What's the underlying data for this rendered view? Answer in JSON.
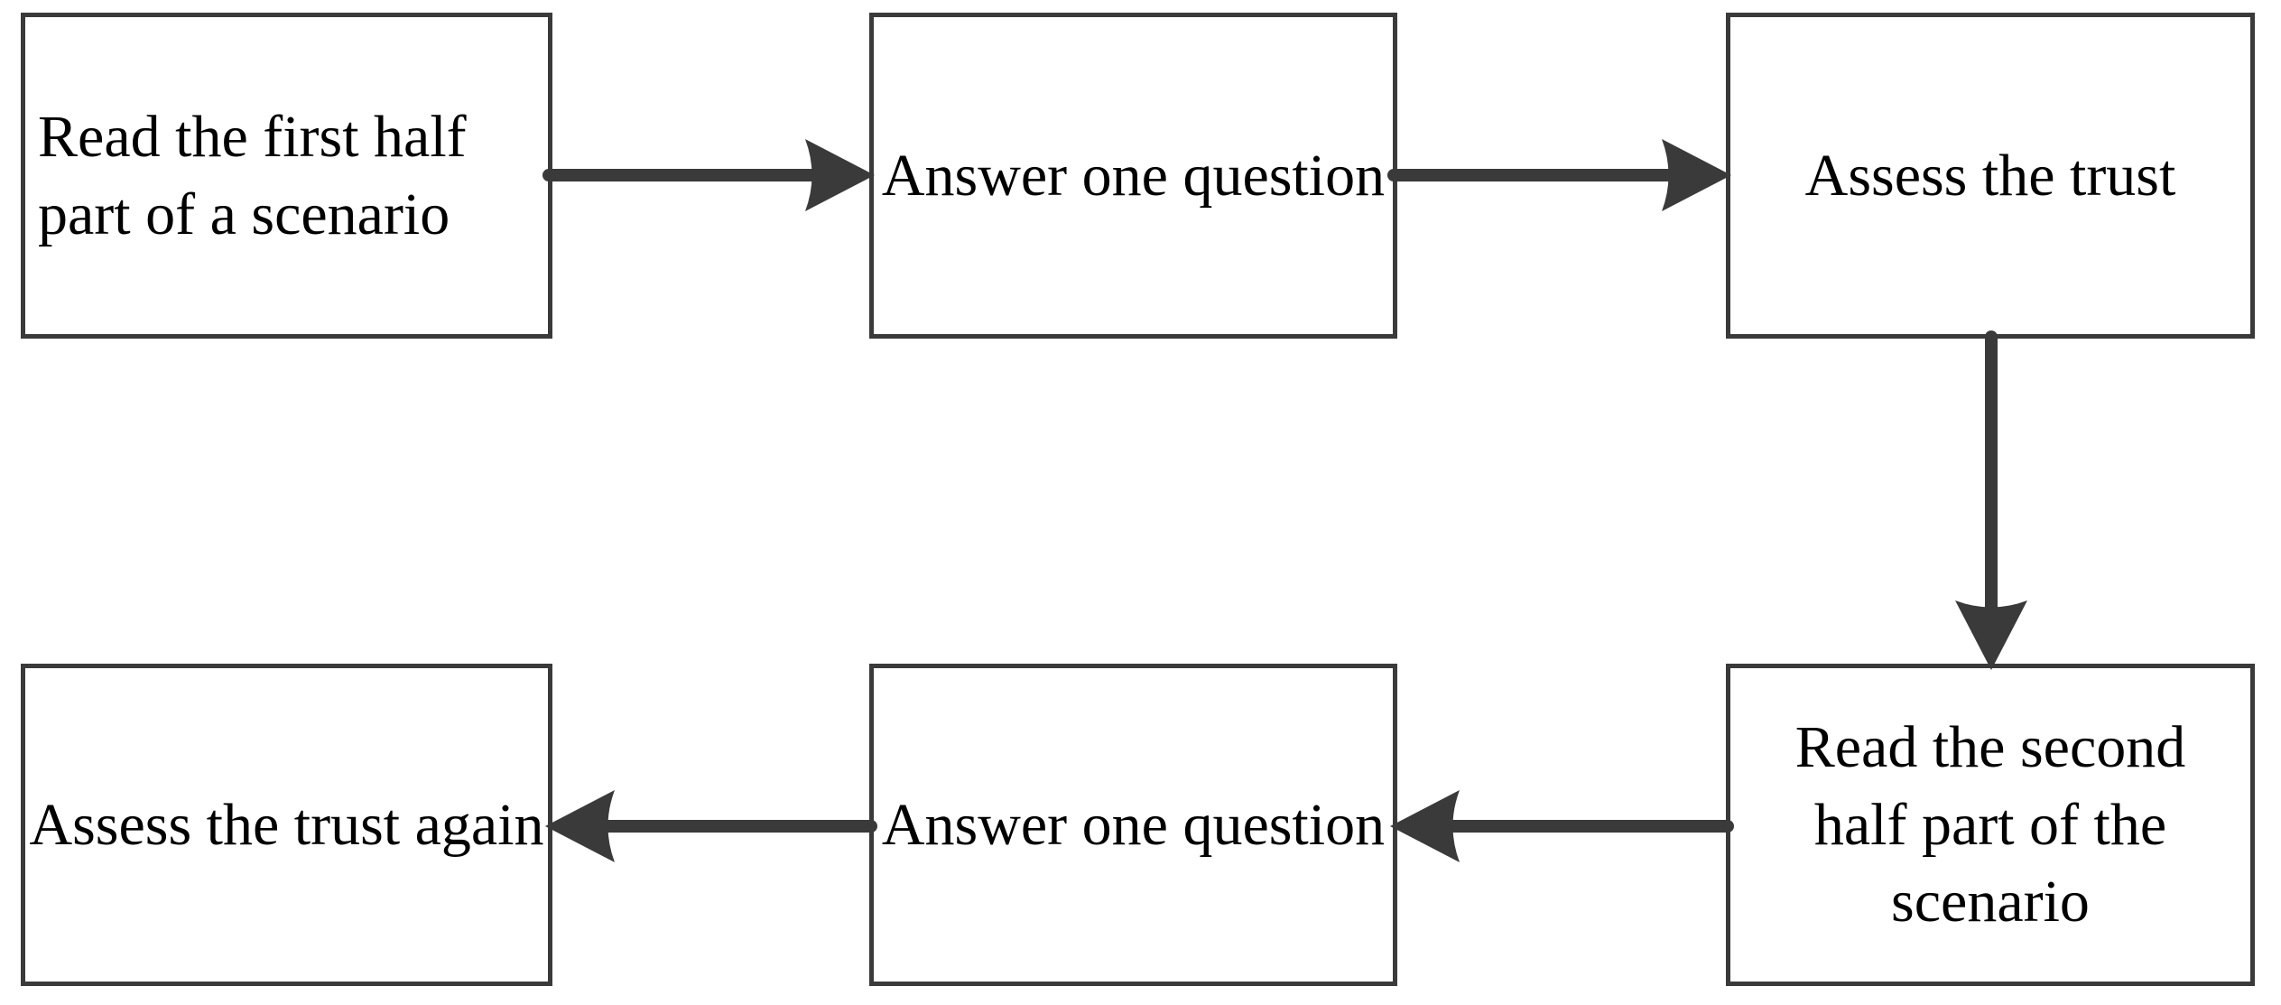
{
  "diagram": {
    "title": "Experimental procedure flowchart",
    "background_color": "#ffffff",
    "line_color": "#3a3a3a",
    "text_color": "#000000",
    "nodes": [
      {
        "id": "read-first",
        "label": "Read the first half part of a scenario",
        "align": "left",
        "row": "top",
        "order": 1
      },
      {
        "id": "answer-1",
        "label": "Answer one question",
        "align": "center",
        "row": "top",
        "order": 2
      },
      {
        "id": "assess-1",
        "label": "Assess the trust",
        "align": "center",
        "row": "top",
        "order": 3
      },
      {
        "id": "read-second",
        "label": "Read the second half part of the scenario",
        "align": "center",
        "row": "bottom",
        "order": 4
      },
      {
        "id": "answer-2",
        "label": "Answer one question",
        "align": "center",
        "row": "bottom",
        "order": 5
      },
      {
        "id": "assess-2",
        "label": "Assess the trust again",
        "align": "center",
        "row": "bottom",
        "order": 6
      }
    ],
    "edges": [
      {
        "id": "edge-1",
        "from": "read-first",
        "to": "answer-1",
        "direction": "right"
      },
      {
        "id": "edge-2",
        "from": "answer-1",
        "to": "assess-1",
        "direction": "right"
      },
      {
        "id": "edge-3",
        "from": "assess-1",
        "to": "read-second",
        "direction": "down"
      },
      {
        "id": "edge-4",
        "from": "read-second",
        "to": "answer-2",
        "direction": "left"
      },
      {
        "id": "edge-5",
        "from": "answer-2",
        "to": "assess-2",
        "direction": "left"
      }
    ]
  }
}
